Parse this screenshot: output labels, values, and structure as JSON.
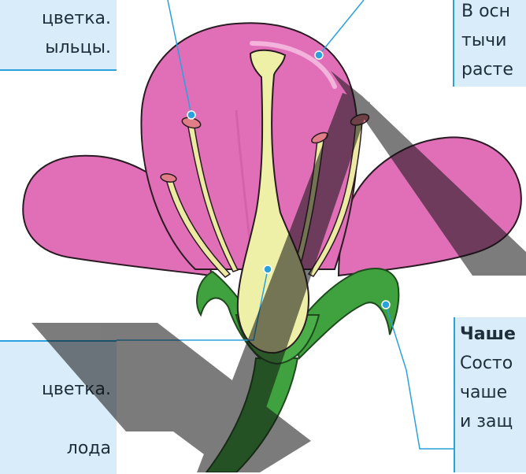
{
  "labels": {
    "top_left": {
      "line1": "цветка.",
      "line2": "ыльцы."
    },
    "top_right": {
      "line1": "В осн",
      "line2": "тычи",
      "line3": "расте"
    },
    "bottom_left": {
      "line1": "цветка.",
      "line2": "лода"
    },
    "bottom_right": {
      "title": "Чаше",
      "line1": "Состо",
      "line2": "чаше",
      "line3": "и защ"
    }
  },
  "colors": {
    "label_background": "#d8ecf9",
    "callout_line": "#2aa0dc",
    "petal": "#e06fb8",
    "pistil": "#eef0a8",
    "sepal": "#3fa23f",
    "watermark": "#111111"
  }
}
